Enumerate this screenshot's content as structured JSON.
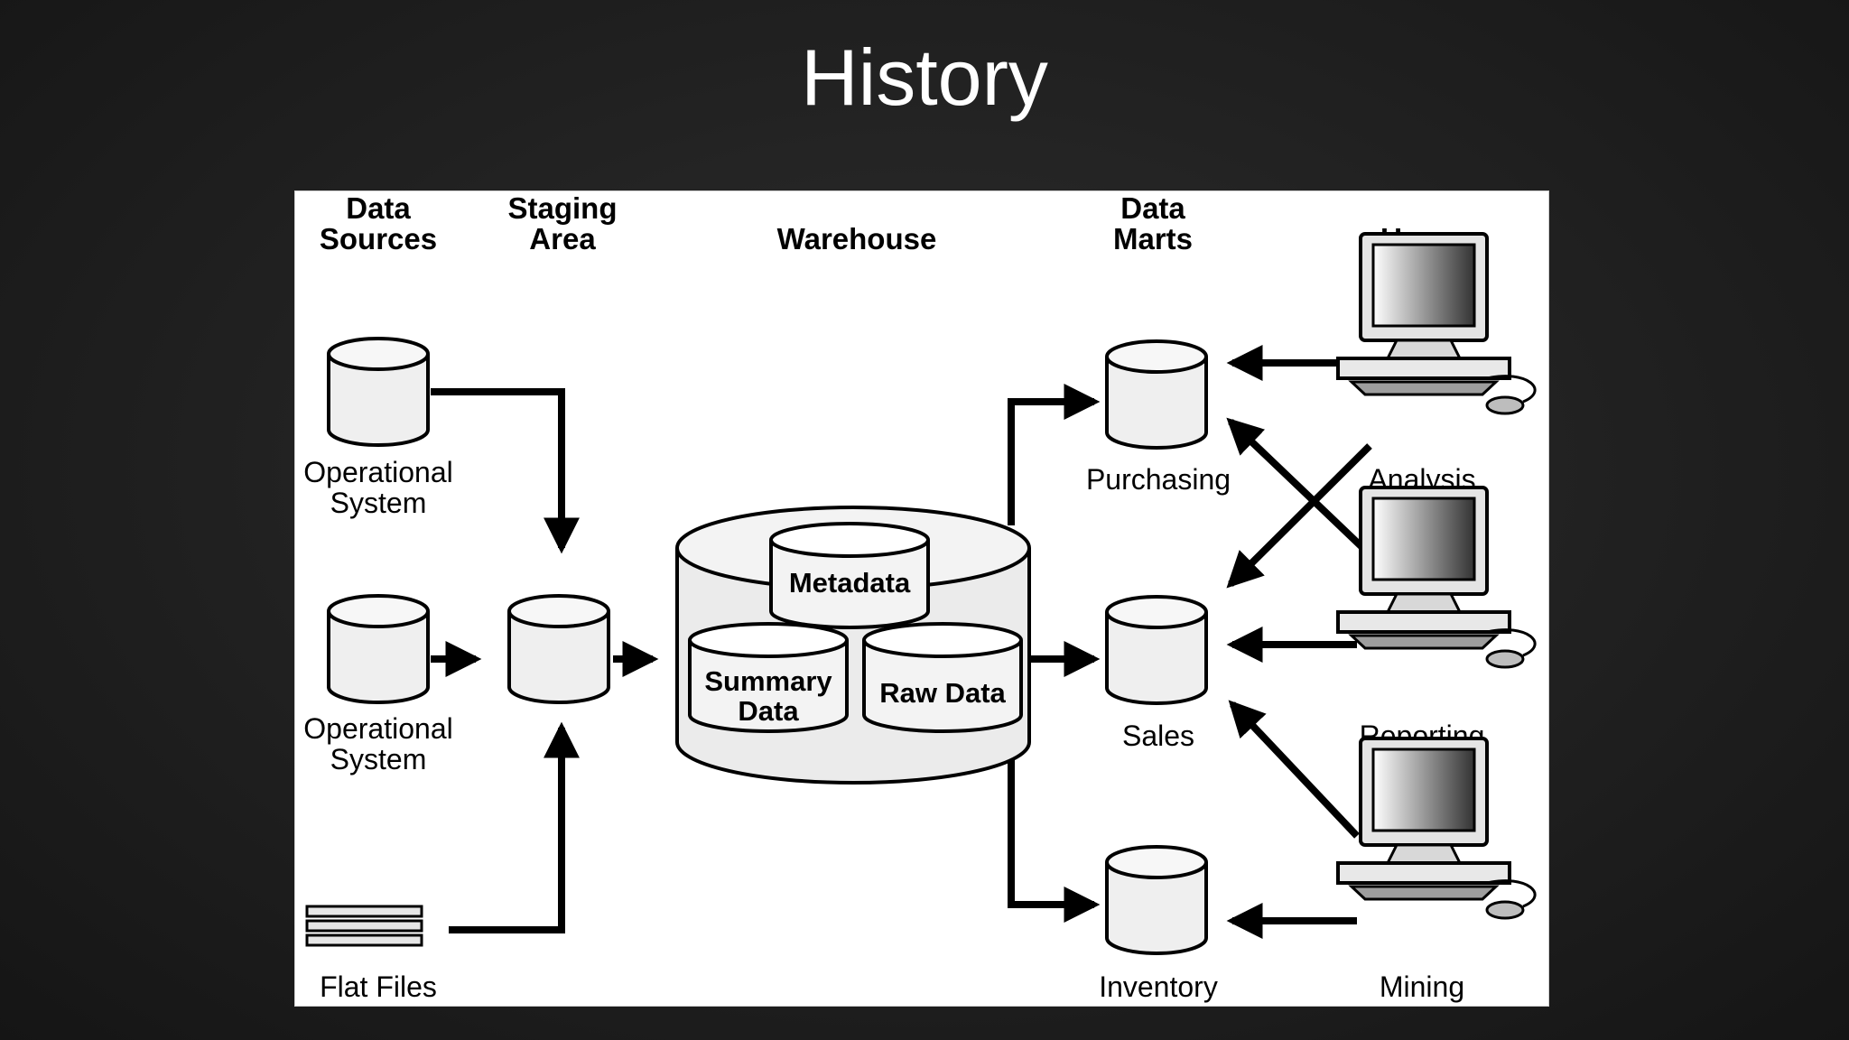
{
  "slide": {
    "title": "History"
  },
  "diagram": {
    "headers": {
      "data_sources": [
        "Data",
        "Sources"
      ],
      "staging_area": [
        "Staging",
        "Area"
      ],
      "warehouse": "Warehouse",
      "data_marts": [
        "Data",
        "Marts"
      ],
      "users": "Users"
    },
    "sources": {
      "operational_1": [
        "Operational",
        "System"
      ],
      "operational_2": [
        "Operational",
        "System"
      ],
      "flat_files": "Flat Files"
    },
    "warehouse_parts": {
      "metadata": "Metadata",
      "summary": [
        "Summary",
        "Data"
      ],
      "raw": "Raw Data"
    },
    "marts": {
      "purchasing": "Purchasing",
      "sales": "Sales",
      "inventory": "Inventory"
    },
    "users": {
      "analysis": "Analysis",
      "reporting": "Reporting",
      "mining": "Mining"
    }
  }
}
